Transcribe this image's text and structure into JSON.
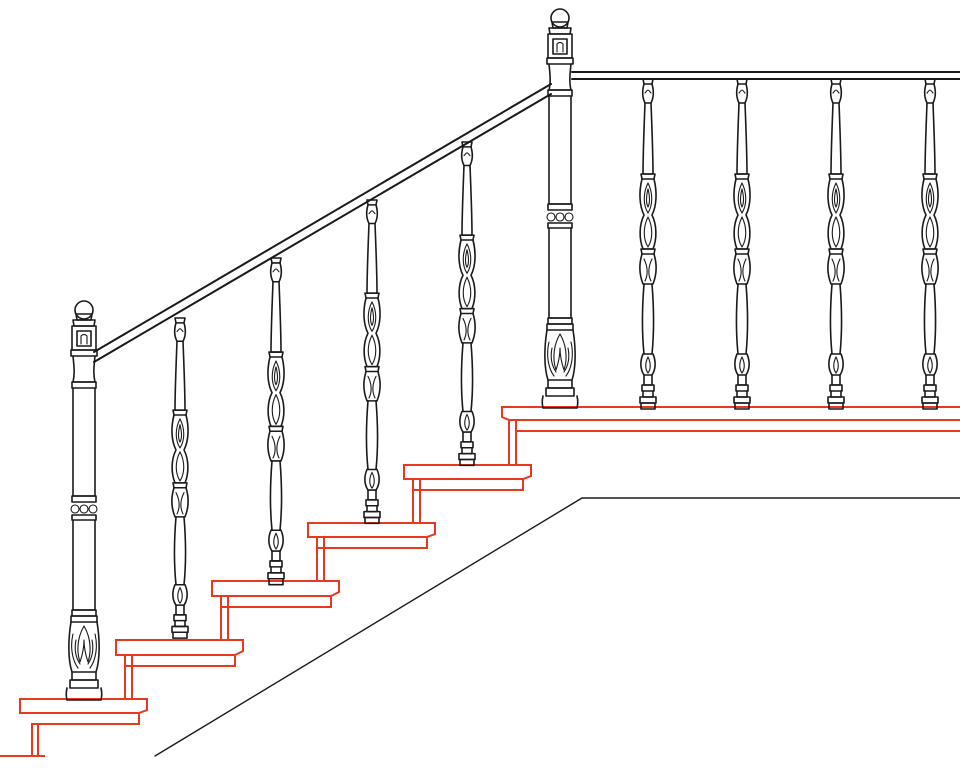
{
  "drawing": {
    "subject": "",
    "colors": {
      "ink": "#1a1a1a",
      "stair": "#e8381e",
      "background": "#ffffff"
    },
    "icons": {
      "newel_post": "newel-post-icon",
      "baluster": "ornamental-baluster-icon",
      "finial": "ball-finial-icon"
    },
    "flight": {
      "step_count": 5,
      "balusters_on_stair": 4,
      "balusters_on_landing": 4,
      "newel_posts": 2
    }
  }
}
